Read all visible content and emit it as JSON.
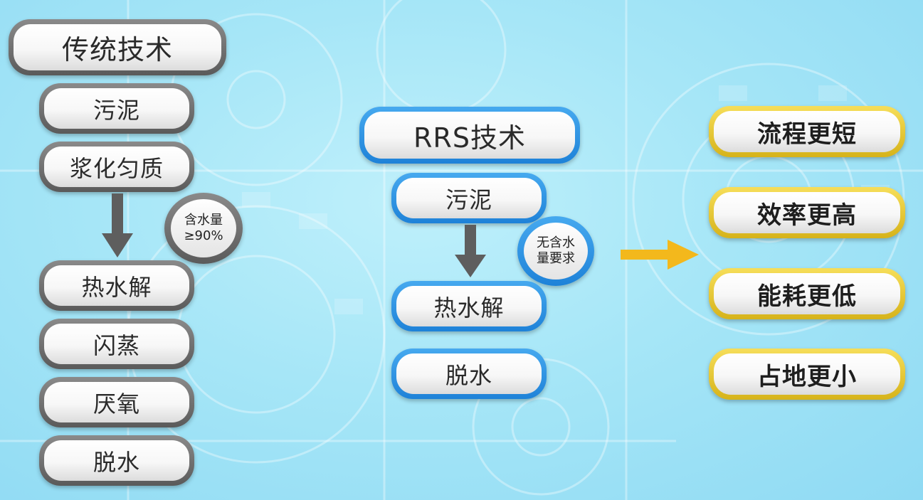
{
  "traditional": {
    "title": "传统技术",
    "steps": [
      "污泥",
      "浆化匀质",
      "热水解",
      "闪蒸",
      "厌氧",
      "脱水"
    ],
    "badge": {
      "line1": "含水量",
      "line2": "≥90%"
    }
  },
  "rrs": {
    "title": "RRS技术",
    "steps": [
      "污泥",
      "热水解",
      "脱水"
    ],
    "badge": {
      "line1": "无含水",
      "line2": "量要求"
    }
  },
  "benefits": [
    "流程更短",
    "效率更高",
    "能耗更低",
    "占地更小"
  ],
  "colors": {
    "gray_frame": "#6e6e6e",
    "blue_frame": "#2b8fe0",
    "gold_frame": "#e3c22e",
    "arrow_gray": "#5e5e5e",
    "arrow_gold": "#f3b81c",
    "background": "#a6e6f7"
  }
}
